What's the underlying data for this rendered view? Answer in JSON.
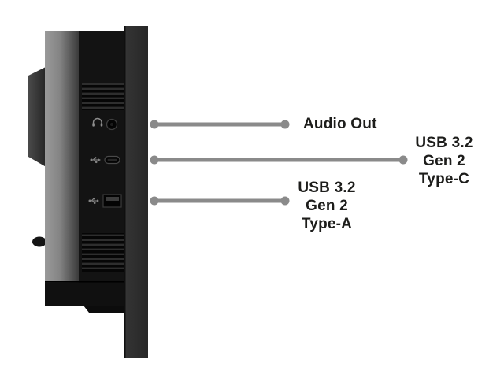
{
  "diagram": {
    "background": "#ffffff",
    "callouts": [
      {
        "id": "audio-out",
        "lines": [
          "Audio Out"
        ]
      },
      {
        "id": "usb-c",
        "lines": [
          "USB 3.2",
          "Gen 2",
          "Type-C"
        ]
      },
      {
        "id": "usb-a",
        "lines": [
          "USB 3.2",
          "Gen 2",
          "Type-A"
        ]
      }
    ],
    "ports": [
      {
        "id": "audio-jack",
        "icon": "headphone-icon"
      },
      {
        "id": "usb-c-port",
        "icon": "usb-icon"
      },
      {
        "id": "usb-a-port",
        "icon": "usb-icon"
      }
    ],
    "colors": {
      "callout_line": "#8a8a8a",
      "label_text": "#1d1d1b",
      "port_panel": "#131313",
      "panel_edge": "#2c2c2c"
    }
  }
}
